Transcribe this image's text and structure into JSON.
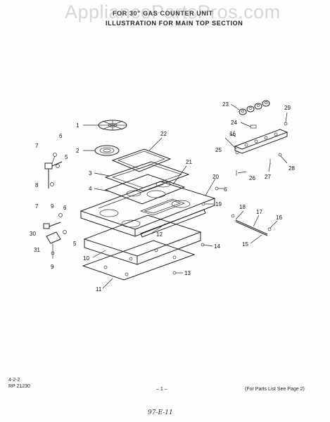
{
  "header": {
    "watermark": "AppliancePartsPros.com",
    "title_line1": "FOR 30\" GAS COUNTER UNIT",
    "title_line2": "ILLUSTRATION FOR MAIN TOP SECTION"
  },
  "callouts": [
    {
      "id": "c1",
      "label": "1"
    },
    {
      "id": "c2",
      "label": "2"
    },
    {
      "id": "c3",
      "label": "3"
    },
    {
      "id": "c4",
      "label": "4"
    },
    {
      "id": "c5a",
      "label": "5"
    },
    {
      "id": "c5b",
      "label": "5"
    },
    {
      "id": "c6a",
      "label": "6"
    },
    {
      "id": "c6b",
      "label": "6"
    },
    {
      "id": "c6c",
      "label": "6"
    },
    {
      "id": "c7a",
      "label": "7"
    },
    {
      "id": "c7b",
      "label": "7"
    },
    {
      "id": "c8",
      "label": "8"
    },
    {
      "id": "c9a",
      "label": "9"
    },
    {
      "id": "c9b",
      "label": "9"
    },
    {
      "id": "c10",
      "label": "10"
    },
    {
      "id": "c11",
      "label": "11"
    },
    {
      "id": "c12",
      "label": "12"
    },
    {
      "id": "c13",
      "label": "13"
    },
    {
      "id": "c14",
      "label": "14"
    },
    {
      "id": "c15",
      "label": "15"
    },
    {
      "id": "c16a",
      "label": "16"
    },
    {
      "id": "c16b",
      "label": "16"
    },
    {
      "id": "c17",
      "label": "17"
    },
    {
      "id": "c18",
      "label": "18"
    },
    {
      "id": "c19",
      "label": "19"
    },
    {
      "id": "c20",
      "label": "20"
    },
    {
      "id": "c21",
      "label": "21"
    },
    {
      "id": "c22",
      "label": "22"
    },
    {
      "id": "c23",
      "label": "23"
    },
    {
      "id": "c24",
      "label": "24"
    },
    {
      "id": "c25",
      "label": "25"
    },
    {
      "id": "c26",
      "label": "26"
    },
    {
      "id": "c27",
      "label": "27"
    },
    {
      "id": "c28",
      "label": "28"
    },
    {
      "id": "c29",
      "label": "29"
    },
    {
      "id": "c30",
      "label": "30"
    },
    {
      "id": "c31",
      "label": "31"
    }
  ],
  "footer": {
    "code_line1": "4-2-2",
    "code_line2": "RP 21230",
    "page": "– 1 –",
    "note": "(For Parts List See Page 2)",
    "handwritten": "97-E-11"
  }
}
